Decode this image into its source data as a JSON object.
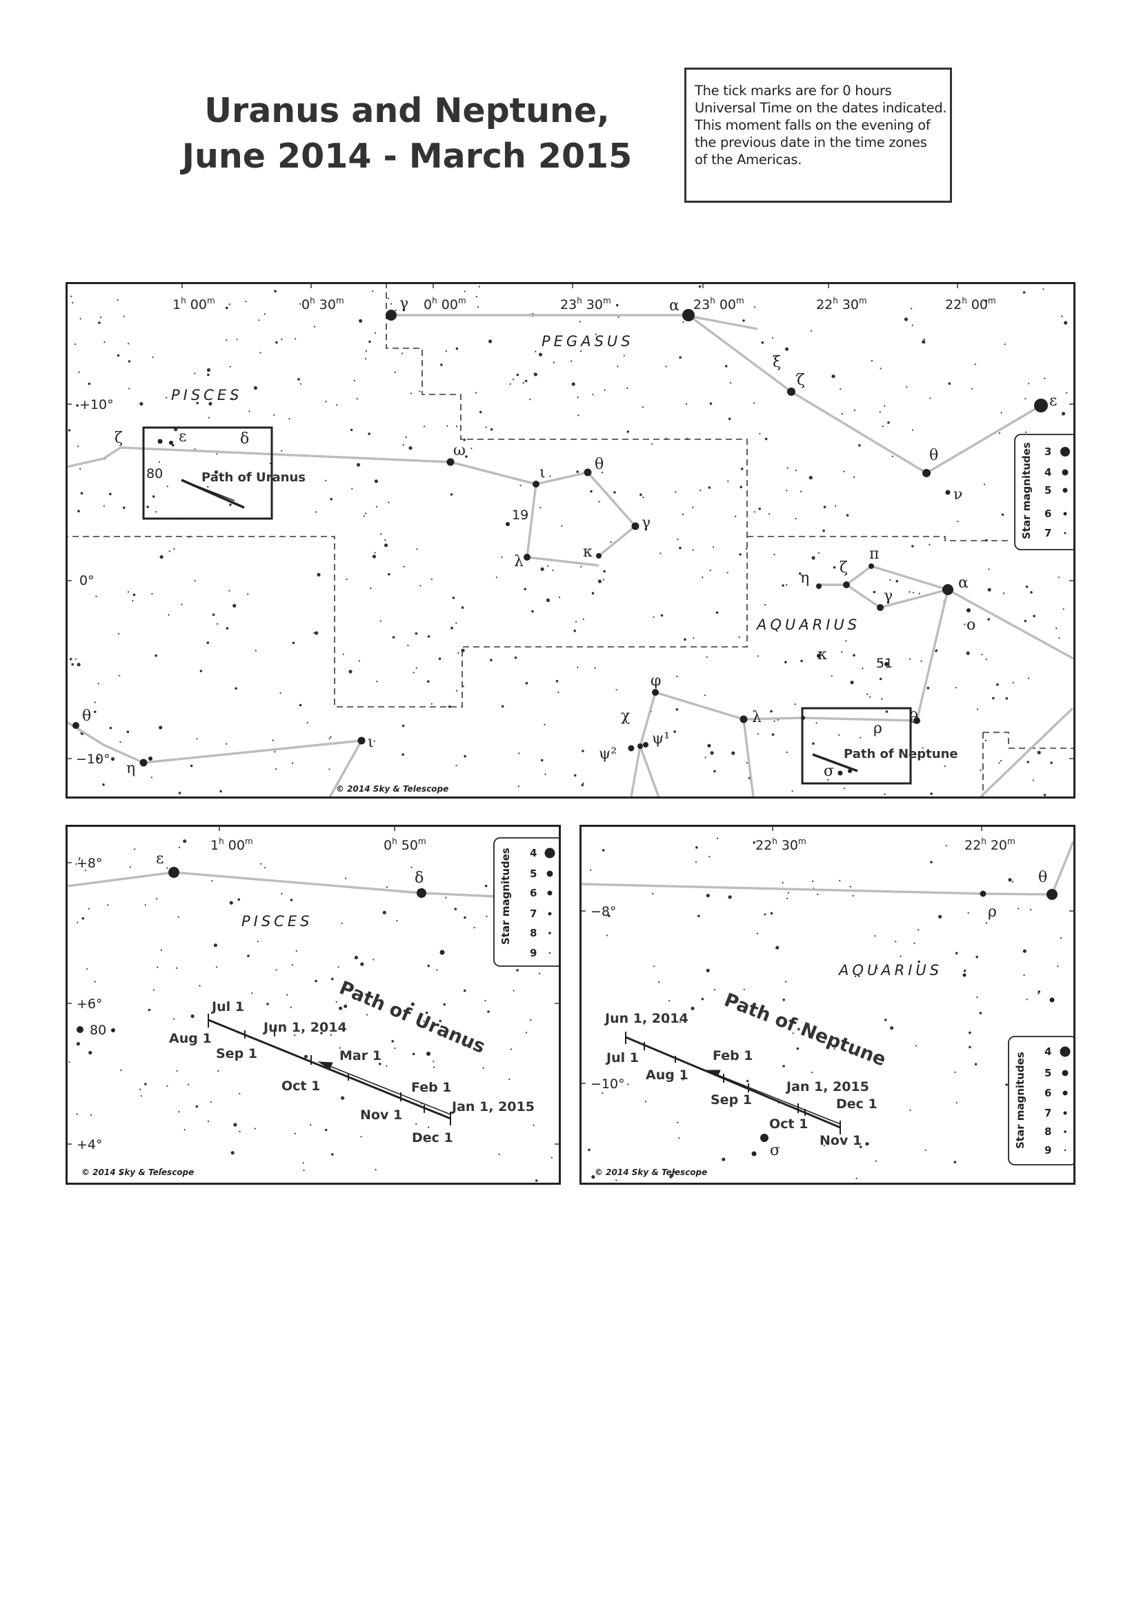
{
  "title": {
    "line1": "Uranus and Neptune,",
    "line2": "June 2014 - March 2015"
  },
  "note": {
    "lines": [
      "The tick marks are for 0 hours",
      "Universal Time on the dates indicated.",
      "This moment falls on the evening of",
      "the previous date in the time zones",
      "of the Americas."
    ]
  },
  "main_map": {
    "ra_labels": [
      {
        "h": "1",
        "m": "00"
      },
      {
        "h": "0",
        "m": "30"
      },
      {
        "h": "0",
        "m": "00"
      },
      {
        "h": "23",
        "m": "30"
      },
      {
        "h": "23",
        "m": "00"
      },
      {
        "h": "22",
        "m": "30"
      },
      {
        "h": "22",
        "m": "00"
      }
    ],
    "dec_labels": [
      "+10°",
      "0°",
      "−10°"
    ],
    "constellations": [
      "PISCES",
      "PEGASUS",
      "AQUARIUS"
    ],
    "stars": {
      "gamma_peg": "γ",
      "alpha_peg": "α",
      "xi_peg": "ξ",
      "zeta_peg": "ζ",
      "epsilon_peg": "ε",
      "theta_peg": "θ",
      "nu_peg": "ν",
      "zeta_psc": "ζ",
      "epsilon_psc": "ε",
      "delta_psc": "δ",
      "num80": "80",
      "omega_psc": "ω",
      "iota_psc": "ι",
      "theta_psc2": "θ",
      "lambda_psc": "λ",
      "kappa_psc": "κ",
      "gamma_psc": "γ",
      "num19": "19",
      "eta_aqr": "η",
      "zeta_aqr": "ζ",
      "pi_aqr": "π",
      "gamma_aqr": "γ",
      "alpha_aqr": "α",
      "omicron_aqr": "ο",
      "kappa_aqr": "κ",
      "num51": "51",
      "phi_aqr": "φ",
      "chi_aqr": "χ",
      "psi1_aqr": "ψ¹",
      "psi2_aqr": "ψ²",
      "lambda_aqr": "λ",
      "rho_aqr": "ρ",
      "theta_aqr": "θ",
      "sigma_aqr": "σ",
      "theta_psc": "θ",
      "eta_psc": "η",
      "iota_cet": "ι"
    },
    "path_uranus": "Path of Uranus",
    "path_neptune": "Path of Neptune",
    "copyright": "© 2014 Sky & Telescope",
    "legend": {
      "title": "Star magnitudes",
      "values": [
        "3",
        "4",
        "5",
        "6",
        "7"
      ]
    }
  },
  "uranus_map": {
    "ra_labels": [
      {
        "h": "1",
        "m": "00"
      },
      {
        "h": "0",
        "m": "50"
      }
    ],
    "dec_labels": [
      "+8°",
      "+6°",
      "+4°"
    ],
    "constellation": "PISCES",
    "stars": {
      "epsilon": "ε",
      "delta": "δ",
      "num80": "80"
    },
    "path_label": "Path of Uranus",
    "dates": [
      "Jul 1",
      "Aug 1",
      "Jun 1, 2014",
      "Sep 1",
      "Mar 1",
      "Oct 1",
      "Feb 1",
      "Nov 1",
      "Jan 1, 2015",
      "Dec 1"
    ],
    "copyright": "© 2014 Sky & Telescope",
    "legend": {
      "title": "Star magnitudes",
      "values": [
        "4",
        "5",
        "6",
        "7",
        "8",
        "9"
      ]
    }
  },
  "neptune_map": {
    "ra_labels": [
      {
        "h": "22",
        "m": "30"
      },
      {
        "h": "22",
        "m": "20"
      }
    ],
    "dec_labels": [
      "−8°",
      "−10°"
    ],
    "constellation": "AQUARIUS",
    "stars": {
      "theta": "θ",
      "rho": "ρ",
      "sigma": "σ"
    },
    "path_label": "Path of Neptune",
    "dates": [
      "Jun 1, 2014",
      "Jul 1",
      "Aug 1",
      "Feb 1",
      "Sep 1",
      "Jan 1, 2015",
      "Oct 1",
      "Dec 1",
      "Nov 1"
    ],
    "copyright": "© 2014 Sky & Telescope",
    "legend": {
      "title": "Star magnitudes",
      "values": [
        "4",
        "5",
        "6",
        "7",
        "8",
        "9"
      ]
    }
  }
}
